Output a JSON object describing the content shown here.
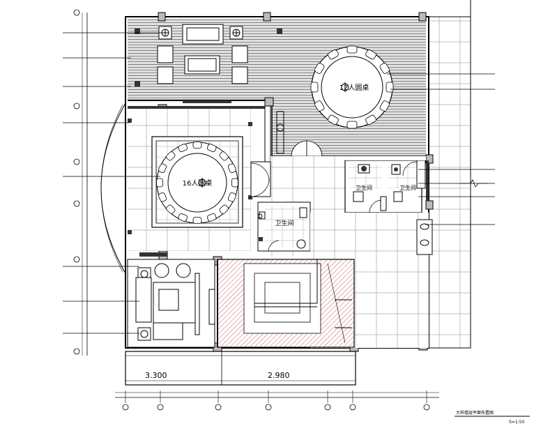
{
  "rooms": {
    "upper_table_label": "12人圆桌",
    "middle_table_label": "16人圆桌",
    "restroom_1_label": "卫生间",
    "restroom_2_label": "卫生间",
    "restroom_3_label": "卫生间"
  },
  "dimensions": {
    "span_left": "3.300",
    "span_right": "2.980"
  },
  "drawing": {
    "title": "大样楼层平面布置图",
    "scale": "S=1:50"
  },
  "colors": {
    "line": "#000000",
    "stair_hatch": "#c0392b",
    "wood_floor": "#555555"
  }
}
